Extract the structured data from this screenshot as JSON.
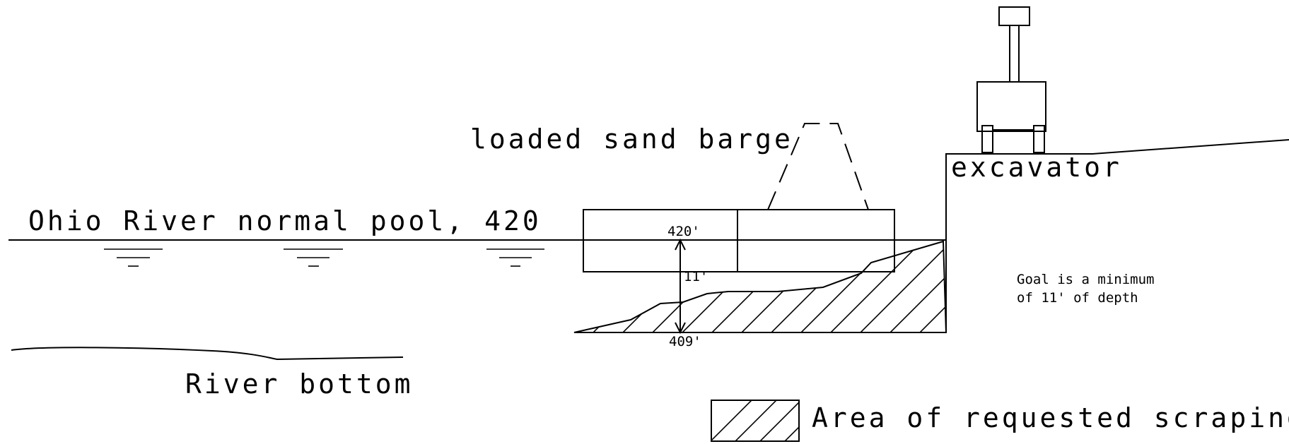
{
  "labels": {
    "barge": "loaded sand barge",
    "excavator": "excavator",
    "pool": "Ohio River normal pool, 420",
    "river_bottom": "River bottom",
    "elev_top": "420'",
    "elev_bottom": "409'",
    "depth": "11'",
    "goal_line1": "Goal is a minimum",
    "goal_line2": "of 11' of depth",
    "legend": "Area of requested scraping"
  },
  "colors": {
    "line": "#000000",
    "background": "#ffffff"
  }
}
